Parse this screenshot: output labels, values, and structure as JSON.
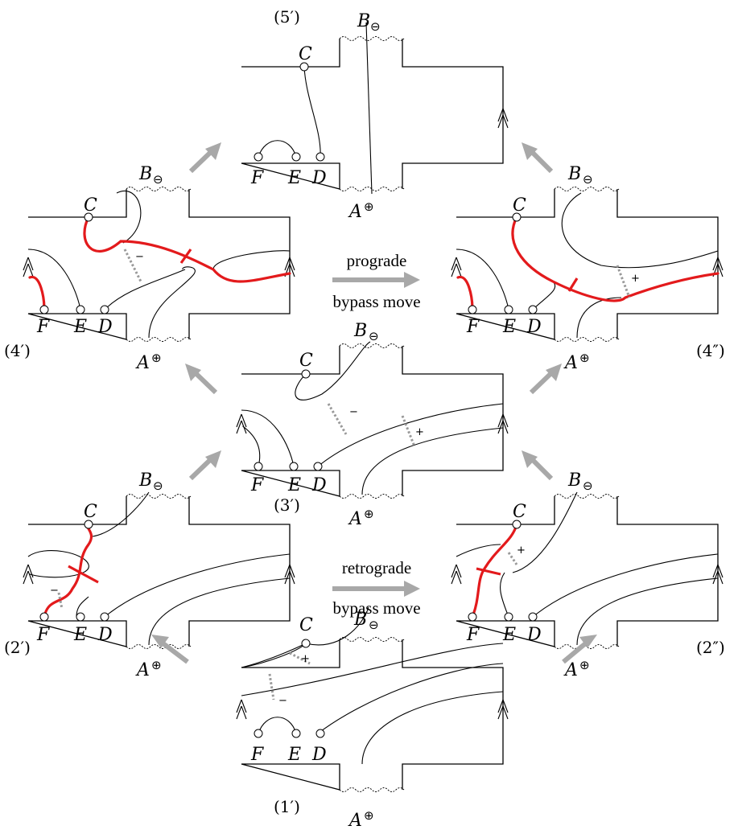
{
  "diagram": {
    "panels": [
      {
        "id": "p1",
        "tag": "(1′)"
      },
      {
        "id": "p2a",
        "tag": "(2′)"
      },
      {
        "id": "p2b",
        "tag": "(2″)"
      },
      {
        "id": "p3",
        "tag": "(3′)"
      },
      {
        "id": "p4a",
        "tag": "(4′)"
      },
      {
        "id": "p4b",
        "tag": "(4″)"
      },
      {
        "id": "p5",
        "tag": "(5′)"
      }
    ],
    "point_labels": {
      "A": "A",
      "B": "B",
      "C": "C",
      "D": "D",
      "E": "E",
      "F": "F"
    },
    "signs": {
      "plus_circle": "⊕",
      "minus_circle": "⊖",
      "plus": "+",
      "minus": "−"
    },
    "moves": {
      "prograde_line1": "prograde",
      "prograde_line2": "bypass move",
      "retrograde_line1": "retrograde",
      "retrograde_line2": "bypass move"
    }
  }
}
